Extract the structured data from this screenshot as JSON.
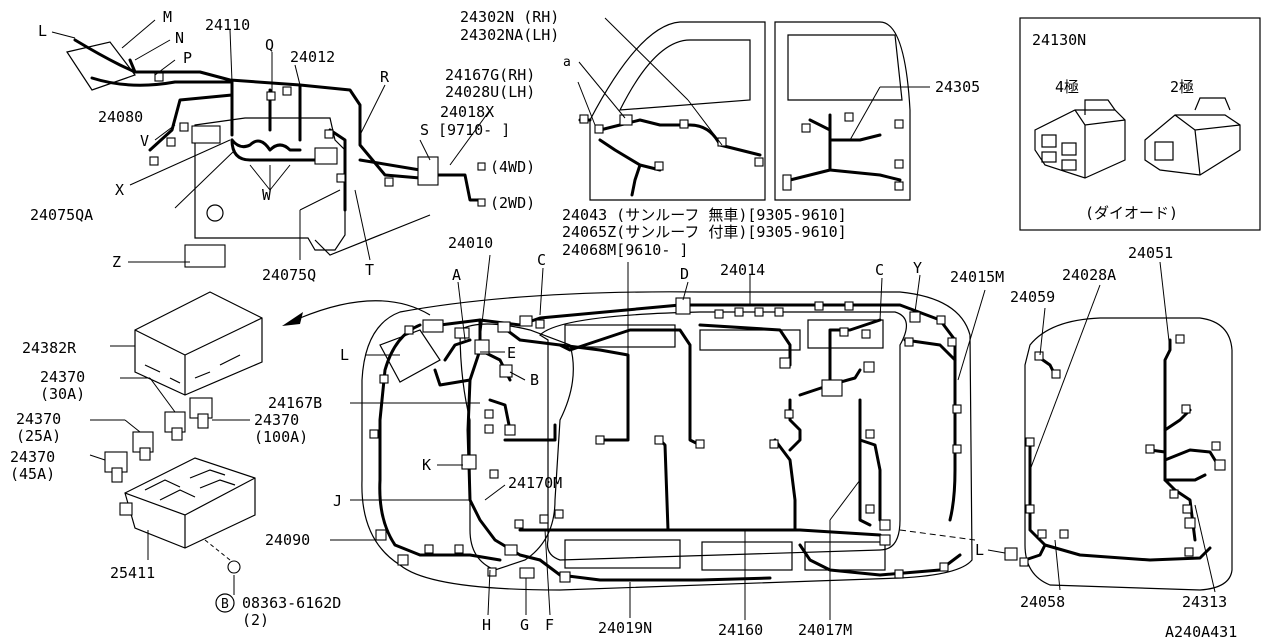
{
  "diagram": {
    "callouts": {
      "l_top": "L",
      "m_top": "M",
      "n_top": "N",
      "p_top": "P",
      "p24110": "24110",
      "q_top": "Q",
      "p24012": "24012",
      "r_top": "R",
      "p24080": "24080",
      "v_top": "V",
      "x_top": "X",
      "w_top": "W",
      "p24075qa": "24075QA",
      "p24075q": "24075Q",
      "t_top": "T",
      "z_top": "Z",
      "p24018x": "24018X",
      "s_top": "S",
      "s_date": "[9710-   ]",
      "wd4": "(4WD)",
      "wd2": "(2WD)",
      "p24302n": "24302N (RH)",
      "p24302na": "24302NA(LH)",
      "a_small": "a",
      "p24167g": "24167G(RH)",
      "p24028u": "24028U(LH)",
      "p24305": "24305",
      "p24043": "24043 (サンルーフ 無車)[9305-9610]",
      "p24065z": "24065Z(サンルーフ 付車)[9305-9610]",
      "p24068m": "24068M[9610-   ]",
      "p24010": "24010",
      "c1": "C",
      "d1": "D",
      "p24014": "24014",
      "c2": "C",
      "y1": "Y",
      "p24015m": "24015M",
      "a1": "A",
      "p24382r": "24382R",
      "p24370_30": "24370",
      "a30": "(30A)",
      "p24370_25": "24370",
      "a25": "(25A)",
      "p24370_45": "24370",
      "a45": "(45A)",
      "p24370_100": "24370",
      "a100": "(100A)",
      "l_mid": "L",
      "e1": "E",
      "b1": "B",
      "p24167b": "24167B",
      "k1": "K",
      "j1": "J",
      "p24170m": "24170M",
      "p24090": "24090",
      "p25411": "25411",
      "bolt_circle": "B",
      "p08363": "08363-6162D",
      "qty": "(2)",
      "h1": "H",
      "g1": "G",
      "f1": "F",
      "p24019n": "24019N",
      "p24160": "24160",
      "p24017m": "24017M",
      "p24059": "24059",
      "p24028a": "24028A",
      "p24051": "24051",
      "l_right": "L",
      "p24058": "24058",
      "p24313": "24313",
      "p24130n": "24130N",
      "pole4": "4極",
      "pole2": "2極",
      "diode": "(ダイオード)",
      "fig_code": "A240A431"
    }
  }
}
